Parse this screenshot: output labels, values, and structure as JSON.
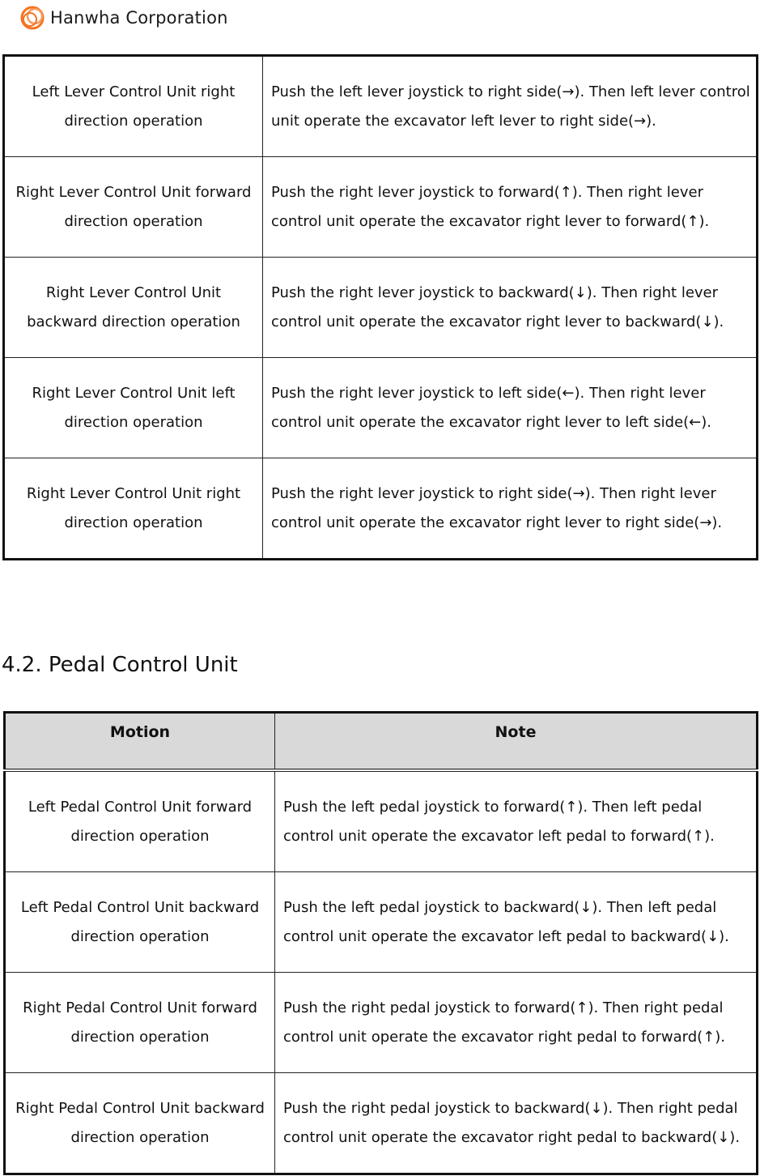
{
  "header": {
    "brand": "Hanwha Corporation",
    "logo_icon": "hanwha-flame-logo-icon",
    "logo_color": "#f37321"
  },
  "lever_table": {
    "rows": [
      {
        "motion": "Left Lever Control Unit right direction operation",
        "note": "Push the left lever joystick to right side(→). Then left lever control unit operate the excavator left lever to right side(→)."
      },
      {
        "motion": "Right Lever Control Unit forward direction operation",
        "note": "Push the right lever joystick to forward(↑). Then right lever control unit operate the excavator right lever to forward(↑)."
      },
      {
        "motion": "Right Lever Control Unit backward direction operation",
        "note": "Push the right lever joystick to backward(↓). Then right lever control unit operate the excavator right lever to backward(↓)."
      },
      {
        "motion": "Right Lever Control Unit left direction operation",
        "note": "Push the right lever joystick to left side(←). Then right lever control unit operate the excavator right lever to left side(←)."
      },
      {
        "motion": "Right Lever Control Unit right direction operation",
        "note": "Push the right lever joystick to right side(→). Then right lever control unit operate the excavator right lever to right side(→)."
      }
    ]
  },
  "section": {
    "title": "4.2. Pedal Control Unit"
  },
  "pedal_table": {
    "headers": {
      "motion": "Motion",
      "note": "Note"
    },
    "header_bg": "#d9d9d9",
    "rows": [
      {
        "motion": "Left Pedal Control Unit forward direction operation",
        "note": "Push the left pedal joystick to forward(↑). Then left pedal control unit operate the excavator left pedal to forward(↑)."
      },
      {
        "motion": "Left Pedal Control Unit backward direction operation",
        "note": "Push the left pedal joystick to backward(↓). Then left pedal control unit operate the excavator left pedal to backward(↓)."
      },
      {
        "motion": "Right Pedal Control Unit forward direction operation",
        "note": "Push the right pedal joystick to forward(↑). Then right pedal control unit operate the excavator right pedal to forward(↑)."
      },
      {
        "motion": "Right Pedal Control Unit backward direction operation",
        "note": "Push the right pedal joystick to backward(↓). Then right pedal control unit operate the excavator right pedal to backward(↓)."
      }
    ]
  }
}
